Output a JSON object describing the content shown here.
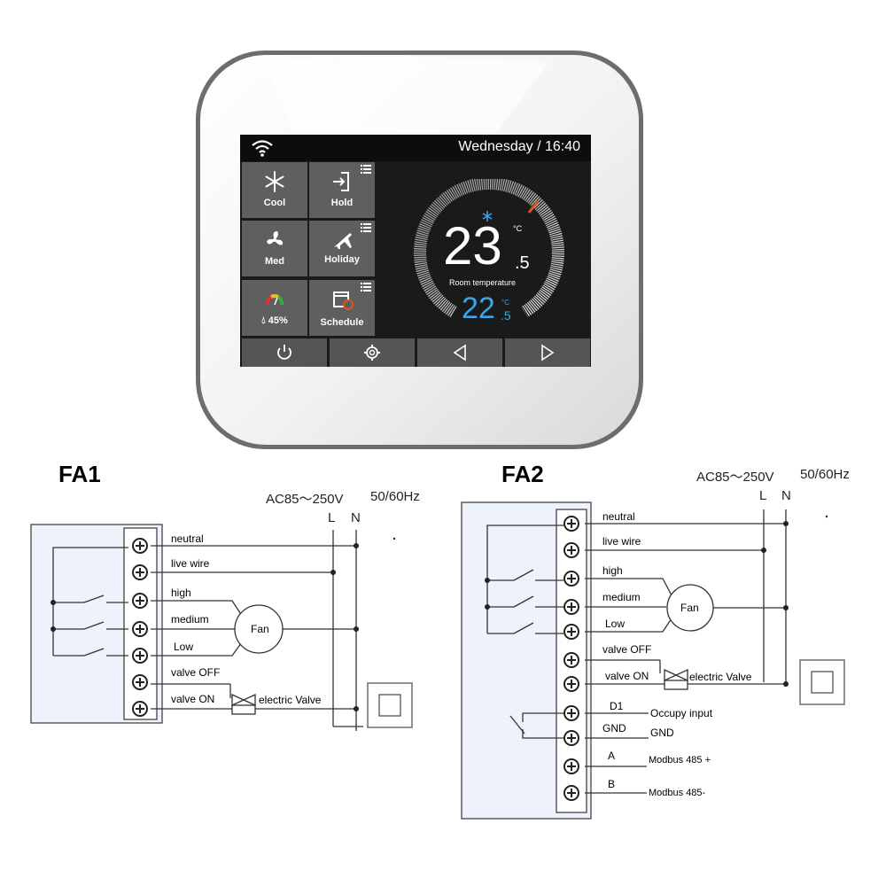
{
  "device": {
    "status_bar": {
      "datetime": "Wednesday / 16:40"
    },
    "tiles": [
      {
        "label": "Cool",
        "icon": "snowflake-icon",
        "has_list": false
      },
      {
        "label": "Hold",
        "icon": "hold-enter-icon",
        "has_list": true
      },
      {
        "label": "Med",
        "icon": "fan-icon",
        "has_list": false
      },
      {
        "label": "Holiday",
        "icon": "airplane-icon",
        "has_list": true
      },
      {
        "label": "45%",
        "icon": "humidity-gauge-icon",
        "has_list": false
      },
      {
        "label": "Schedule",
        "icon": "calendar-clock-icon",
        "has_list": true
      }
    ],
    "room_temp_int": "23",
    "room_temp_dec": ".5",
    "room_temp_unit": "°C",
    "room_temp_label": "Room temperature",
    "set_temp_int": "22",
    "set_temp_dec": ".5",
    "set_temp_unit": "°C",
    "bottom_buttons": [
      "power-icon",
      "gear-icon",
      "triangle-left-icon",
      "triangle-right-icon"
    ],
    "colors": {
      "accent_blue": "#39a6e8",
      "tile_gray": "#5f5f5f",
      "indicator_orange": "#e0541c"
    }
  },
  "fa1": {
    "title": "FA1",
    "supply": "AC85～250V",
    "freq": "50/60Hz",
    "L": "L",
    "N": "N",
    "terminals": [
      "neutral",
      "live wire",
      "high",
      "medium",
      "Low",
      "valve OFF",
      "valve ON"
    ],
    "fan_label": "Fan",
    "valve_label": "electric Valve"
  },
  "fa2": {
    "title": "FA2",
    "supply": "AC85～250V",
    "freq": "50/60Hz",
    "L": "L",
    "N": "N",
    "terminals": [
      "neutral",
      "live wire",
      "high",
      "medium",
      "Low",
      "valve OFF",
      "valve ON",
      "D1",
      "GND",
      "A",
      "B"
    ],
    "fan_label": "Fan",
    "valve_label": "electric Valve",
    "extra_labels": [
      "Occupy input",
      "GND",
      "Modbus 485 +",
      "Modbus 485-"
    ]
  }
}
